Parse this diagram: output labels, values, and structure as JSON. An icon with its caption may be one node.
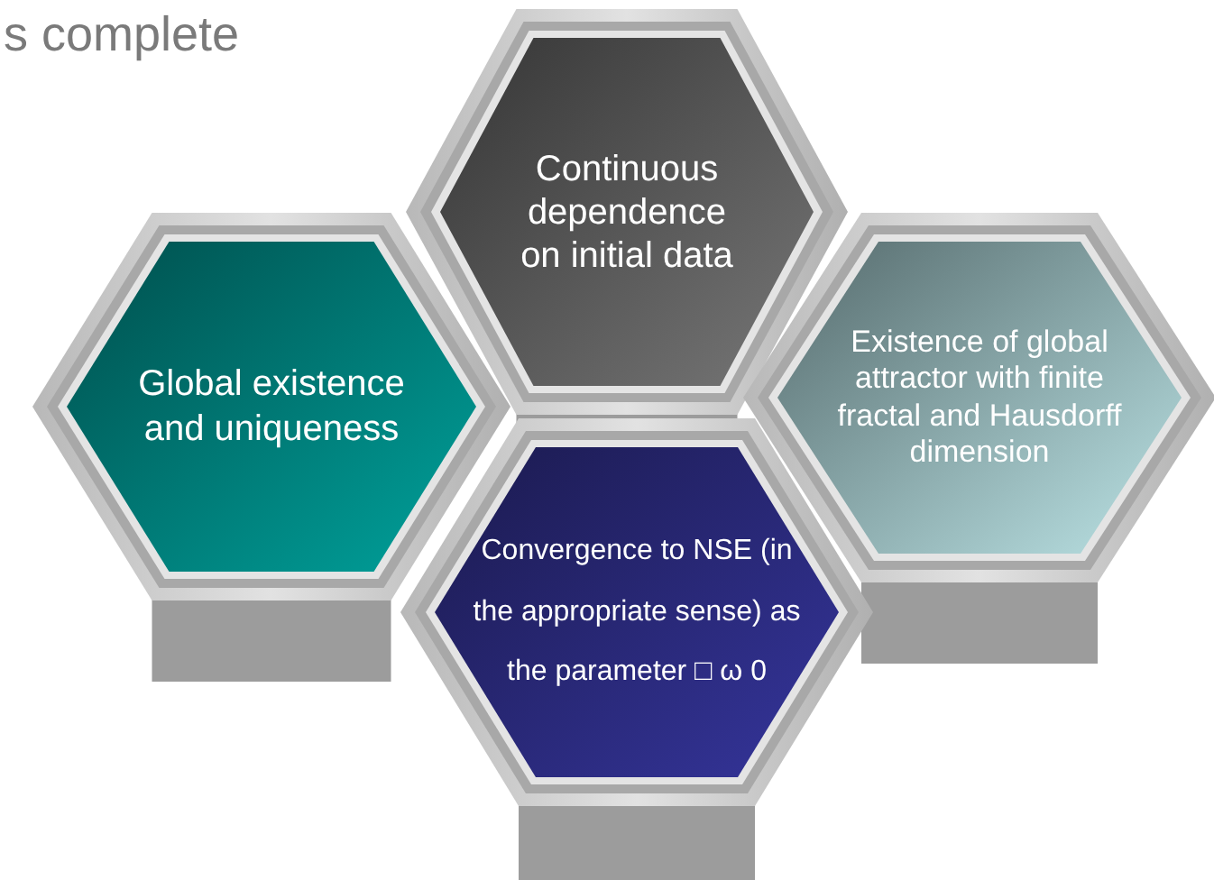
{
  "diagram": {
    "title": "s complete",
    "nodes": [
      {
        "text": [
          "Continuous dependence on initial data"
        ]
      },
      {
        "text": [
          "Global existence and uniqueness"
        ]
      },
      {
        "text": [
          "Existence of global attractor with finite fractal and Hausdorff dimension"
        ]
      },
      {
        "text": [
          "Convergence to NSE (in the appropriate sense) as the parameter □ ω 0"
        ]
      }
    ]
  }
}
